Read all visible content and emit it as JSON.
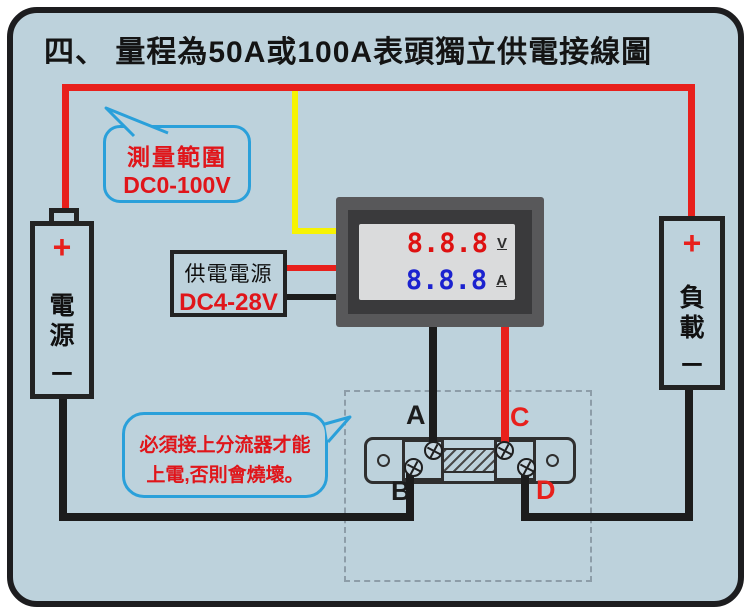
{
  "title": "四、 量程為50A或100A表頭獨立供電接線圖",
  "callouts": {
    "measure_range": {
      "line1": "測量範圍",
      "line2": "DC0-100V"
    },
    "shunt_warning": {
      "line1": "必須接上分流器才能",
      "line2": "上電,否則會燒壞。"
    }
  },
  "supply_box": {
    "line1": "供電電源",
    "line2": "DC4-28V"
  },
  "meter": {
    "volt_value": "8.8.8",
    "volt_unit": "V",
    "amp_value": "8.8.8",
    "amp_unit": "A"
  },
  "battery": {
    "plus": "+",
    "char1": "電",
    "char2": "源",
    "minus": "−"
  },
  "load": {
    "plus": "+",
    "char1": "負",
    "char2": "載",
    "minus": "−"
  },
  "shunt": {
    "terminal_a": "A",
    "terminal_b": "B",
    "terminal_c": "C",
    "terminal_d": "D"
  },
  "colors": {
    "background": "#bdd2dc",
    "outer_border": "#1d1d1f",
    "positive_wire_red": "#e8201c",
    "sense_wire_yellow": "#f6f303",
    "negative_wire_black": "#1c1c1c",
    "callout_border_blue": "#2aa0da",
    "warning_text_red": "#e0151a",
    "volt_digits_red": "#de1111",
    "amp_digits_blue": "#1b22cf"
  }
}
